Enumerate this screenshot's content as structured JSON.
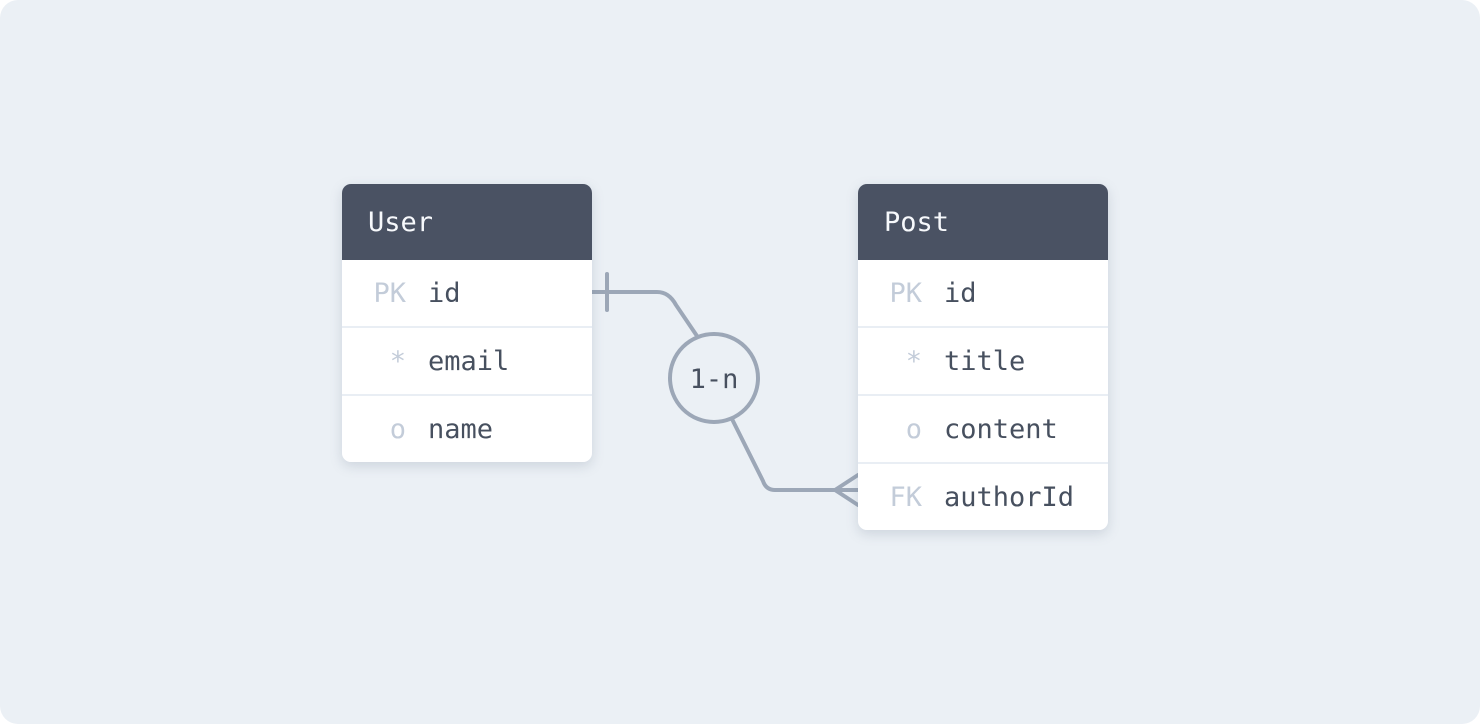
{
  "diagram": {
    "entities": [
      {
        "name": "User",
        "fields": [
          {
            "key": "PK",
            "name": "id"
          },
          {
            "key": "*",
            "name": "email"
          },
          {
            "key": "o",
            "name": "name"
          }
        ]
      },
      {
        "name": "Post",
        "fields": [
          {
            "key": "PK",
            "name": "id"
          },
          {
            "key": "*",
            "name": "title"
          },
          {
            "key": "o",
            "name": "content"
          },
          {
            "key": "FK",
            "name": "authorId"
          }
        ]
      }
    ],
    "relationship": {
      "label": "1-n",
      "from_entity": "User",
      "from_field": "id",
      "from_cardinality": "one",
      "to_entity": "Post",
      "to_field": "authorId",
      "to_cardinality": "many"
    }
  },
  "colors": {
    "canvas_background": "#ebf0f5",
    "entity_header_background": "#4a5263",
    "entity_header_text": "#f7f9fc",
    "row_background": "#ffffff",
    "row_separator": "#e9eef4",
    "key_badge_text": "#c3ccd9",
    "field_text": "#47505f",
    "connector_line": "#9ca7b7",
    "label_bubble_fill": "#ebf0f5"
  }
}
